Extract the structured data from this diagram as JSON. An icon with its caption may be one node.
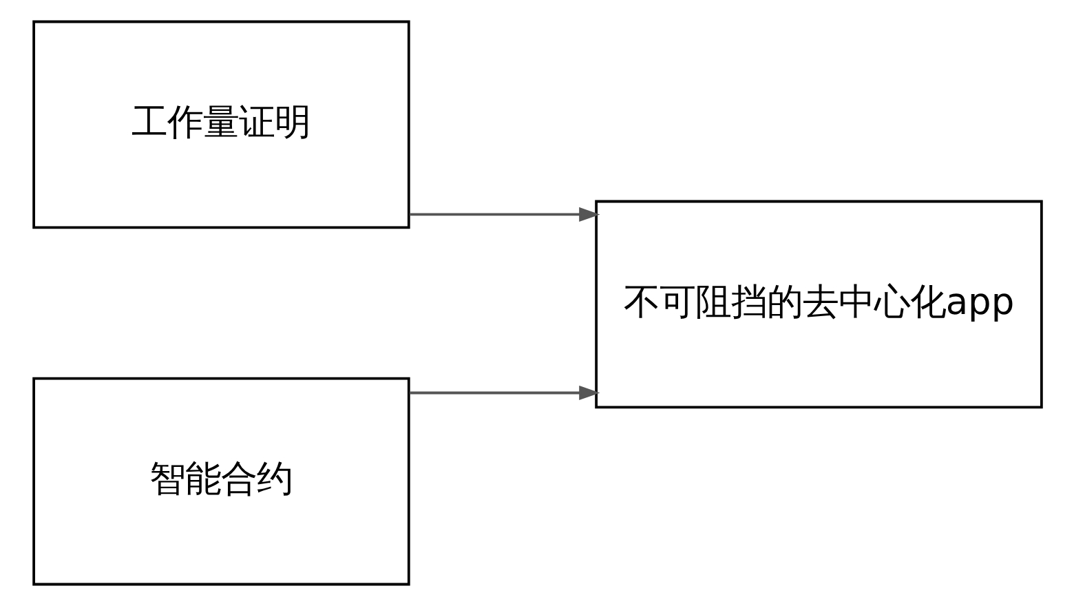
{
  "diagram": {
    "nodes": [
      {
        "text": [
          "工作量证明"
        ]
      },
      {
        "text": [
          "智能合约"
        ]
      },
      {
        "text": [
          "不可阻挡的去中心化app"
        ]
      }
    ],
    "edges": [
      {
        "from": 0,
        "to": 2,
        "arrow": "to"
      },
      {
        "from": 1,
        "to": 2,
        "arrow": "to"
      }
    ]
  }
}
